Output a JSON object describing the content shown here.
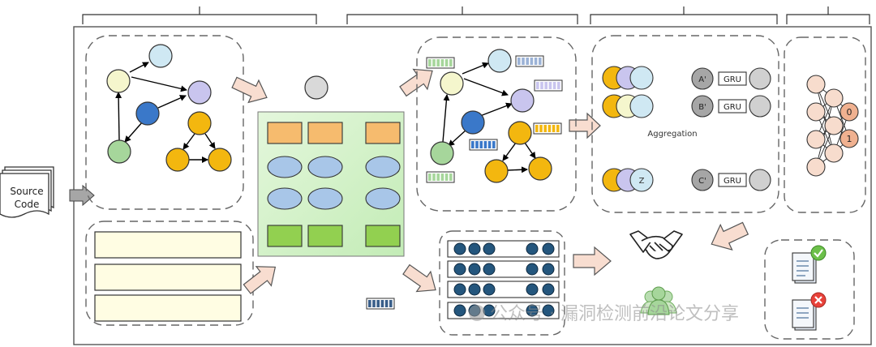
{
  "input": {
    "label_line1": "Source",
    "label_line2": "Code"
  },
  "aggregation": {
    "label": "Aggregation",
    "rows": [
      {
        "state": "A'",
        "cell": "GRU"
      },
      {
        "state": "B'",
        "cell": "GRU"
      },
      {
        "state": "C'",
        "cell": "GRU"
      }
    ],
    "z_label": "Z"
  },
  "classifier": {
    "outputs": [
      "0",
      "1"
    ]
  },
  "watermark": {
    "text": "公众号 · 漏洞检测前沿论文分享"
  },
  "colors": {
    "node_blue": "#3a78c9",
    "node_lightblue": "#cfe8f3",
    "node_purple": "#c9c5ee",
    "node_green": "#a6d69b",
    "node_yellow": "#f5f6cd",
    "node_orange": "#f3b70f",
    "node_gray": "#d9d9d9",
    "vector_green": "#92d050",
    "vector_orange": "#f6bb6e",
    "arrow_fill": "#f8ddd0",
    "matrix_bg": "#cdf0c4",
    "classifier_peach": "#f7dccd",
    "classifier_output": "#f0b190"
  },
  "icons": [
    "documents-icon",
    "handshake-icon",
    "people-icon",
    "checkmark-icon",
    "cross-icon"
  ]
}
